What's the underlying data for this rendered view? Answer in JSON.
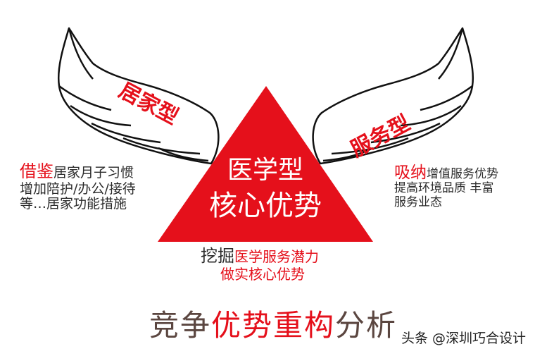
{
  "colors": {
    "accent": "#e5101b",
    "dark": "#2b2b2b",
    "muted": "#5b4640"
  },
  "left_wing": {
    "label": "居家型"
  },
  "right_wing": {
    "label": "服务型"
  },
  "core": {
    "line1": "医学型",
    "line2": "核心优势"
  },
  "left_desc": {
    "keyword": "借鉴",
    "line1_rest": "居家月子习惯",
    "line2": "增加陪护/办公/接待",
    "line3": "等…居家功能措施"
  },
  "right_desc": {
    "keyword": "吸纳",
    "line1_rest": "增值服务优势",
    "line2": "提高环境品质 丰富",
    "line3": "服务业态"
  },
  "center_desc": {
    "keyword": "挖掘",
    "line1_rest": "医学服务潜力",
    "line2": "做实核心优势"
  },
  "bottom_title": {
    "part1": "竞争",
    "part2": "优势重构",
    "part3": "分析"
  },
  "watermark": {
    "text": "头条 @深圳巧合设计"
  }
}
